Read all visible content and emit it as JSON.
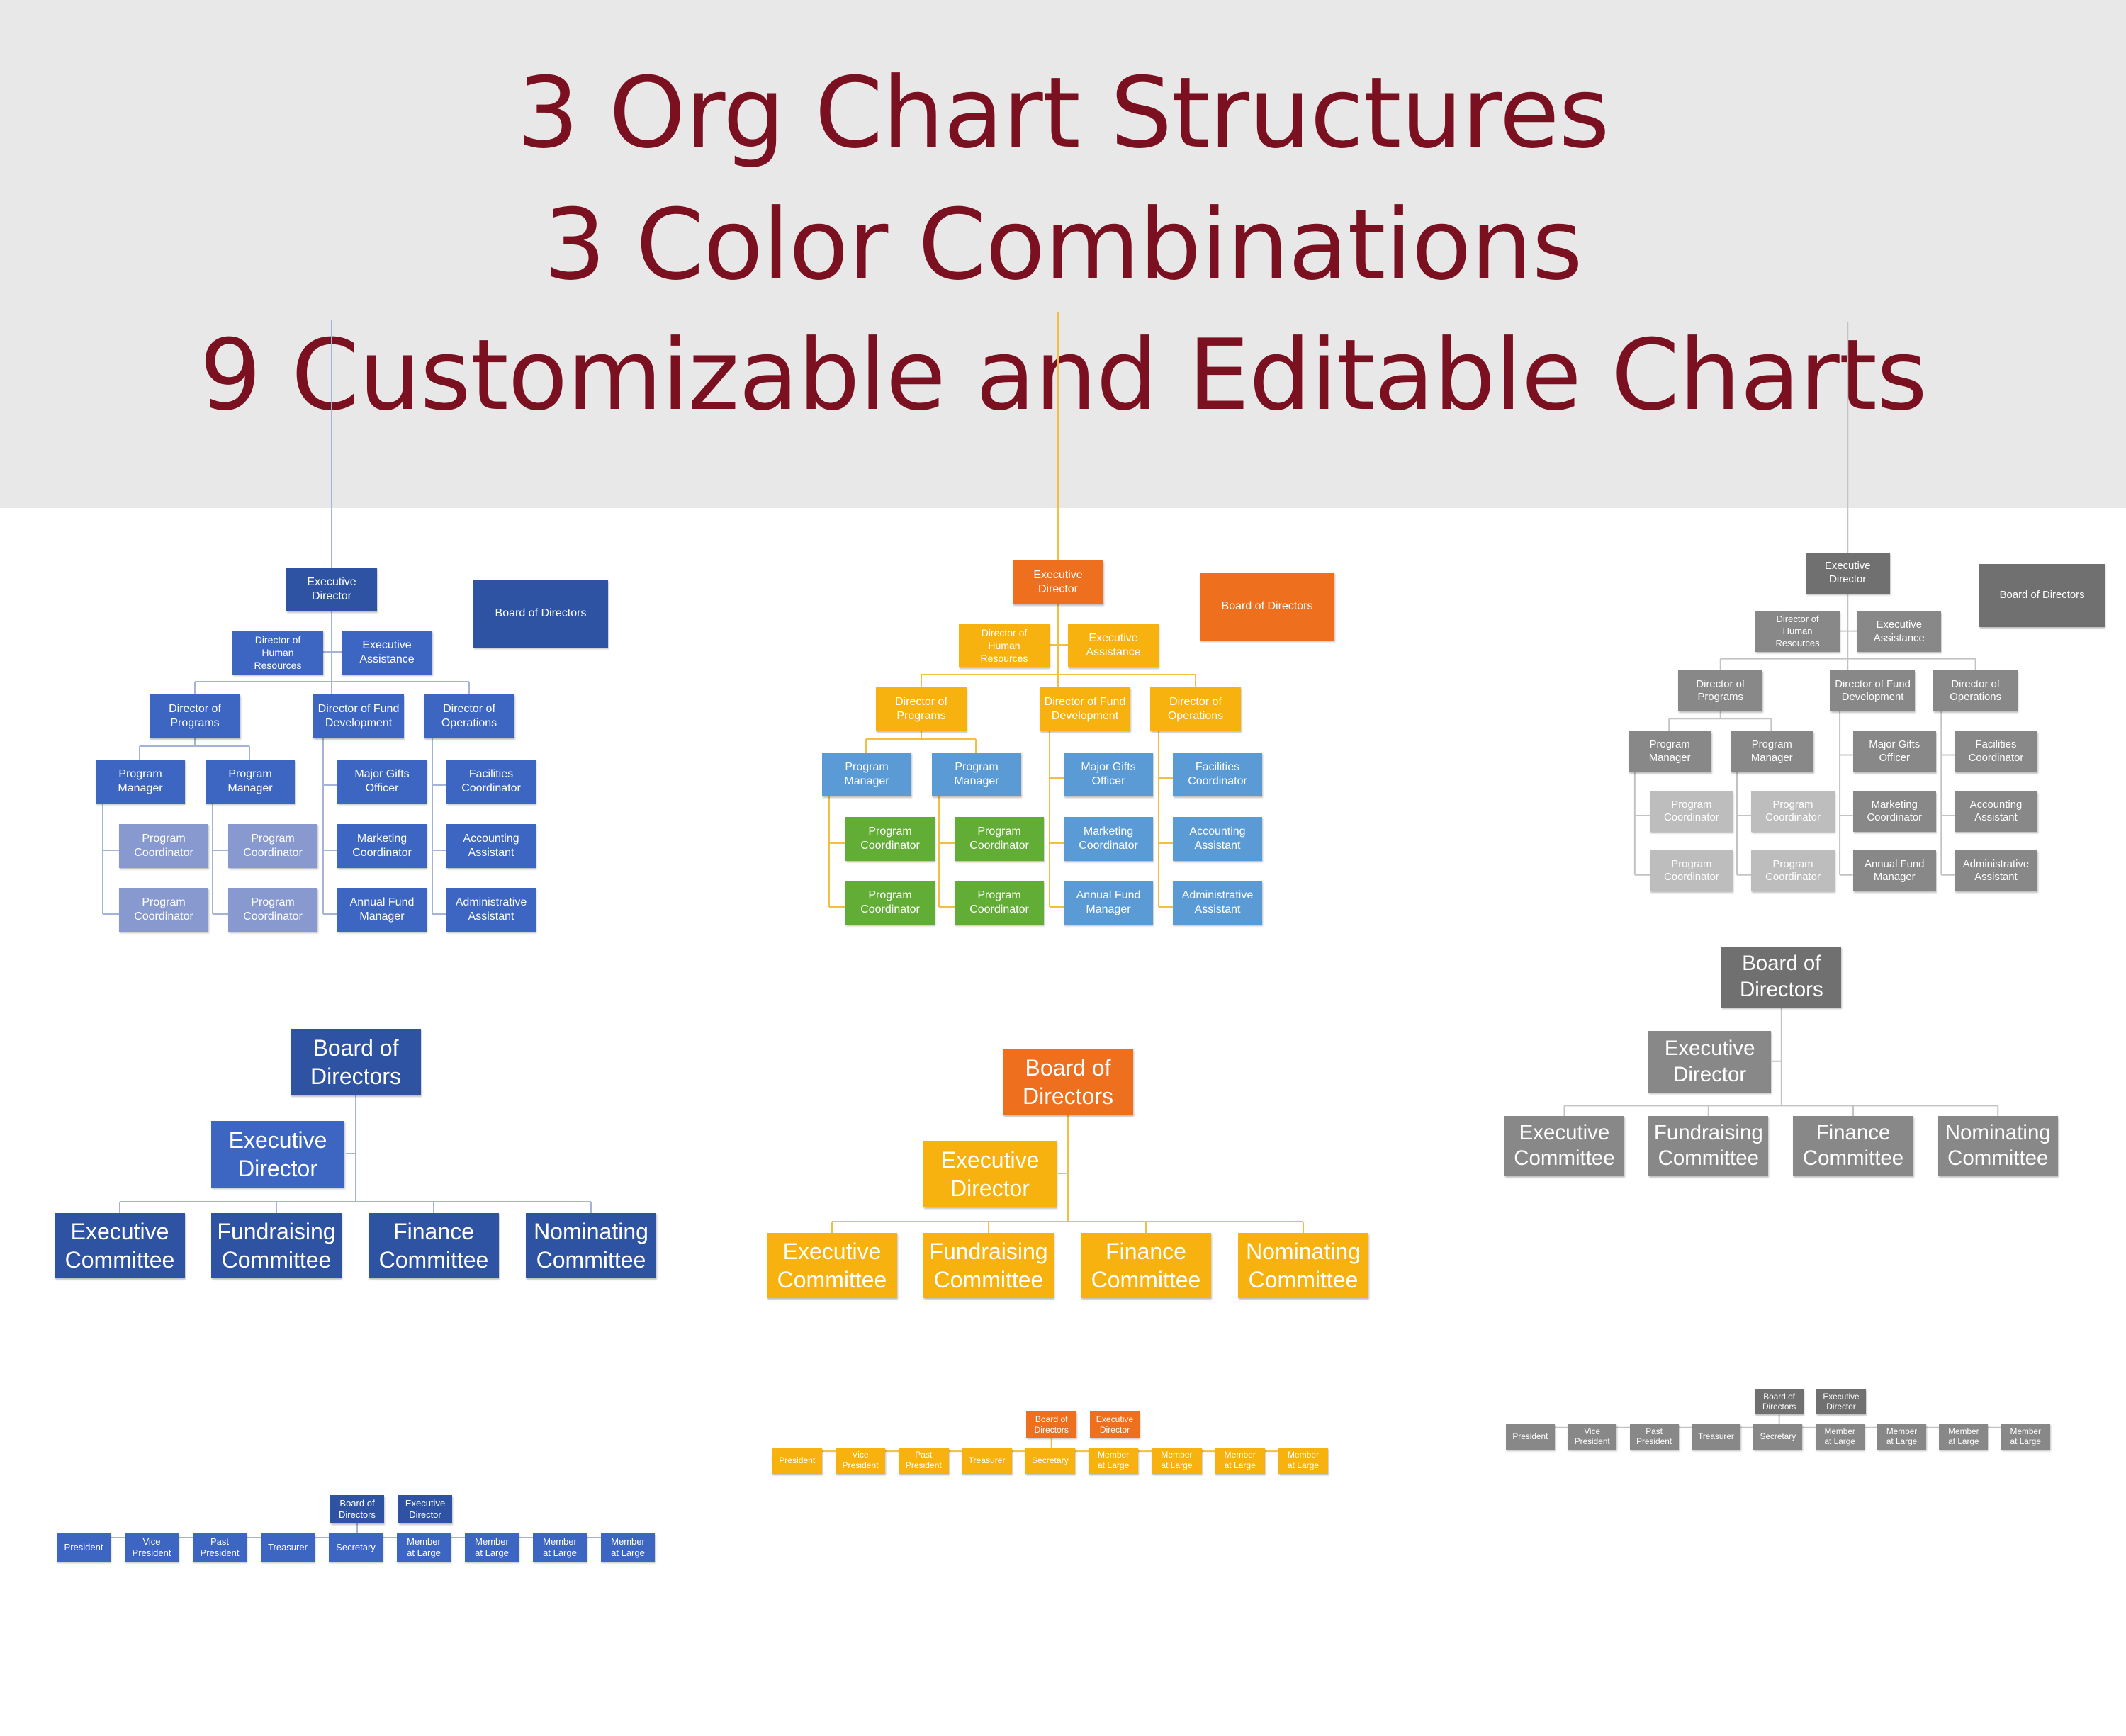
{
  "header": {
    "line1": "3 Org Chart Structures",
    "line2": "3 Color Combinations",
    "line3": "9 Customizable and Editable Charts",
    "background_color": "#e8e8e8",
    "text_color": "#7a1020"
  },
  "themes": {
    "blue": {
      "name": "blue",
      "lead": "#2f53a3",
      "mid": "#3d66c2",
      "light": "#8799cf",
      "line": "#a6b3d8"
    },
    "warm": {
      "name": "orange-yellow",
      "lead": "#ee6f1e",
      "mid": "#f7b20f",
      "accent": "#5b9bd5",
      "green": "#62ad36",
      "line": "#f2be44"
    },
    "gray": {
      "name": "gray",
      "lead": "#707070",
      "mid": "#888888",
      "light": "#bdbdbd",
      "line": "#c3c3c3"
    }
  },
  "charts": {
    "staff": {
      "executive_director": "Executive\nDirector",
      "board": "Board of Directors",
      "hr_director": "Director of\nHuman\nResources",
      "executive_assistance": "Executive\nAssistance",
      "programs_director": "Director of\nPrograms",
      "fund_director": "Director of Fund\nDevelopment",
      "operations_director": "Director of\nOperations",
      "program_manager_1": "Program\nManager",
      "program_manager_2": "Program\nManager",
      "major_gifts": "Major Gifts\nOfficer",
      "facilities": "Facilities\nCoordinator",
      "coordinator_1": "Program\nCoordinator",
      "coordinator_2": "Program\nCoordinator",
      "coordinator_3": "Program\nCoordinator",
      "coordinator_4": "Program\nCoordinator",
      "marketing": "Marketing\nCoordinator",
      "accounting": "Accounting\nAssistant",
      "annual_fund": "Annual Fund\nManager",
      "admin_assistant": "Administrative\nAssistant"
    },
    "committee": {
      "board": "Board of\nDirectors",
      "executive_director": "Executive\nDirector",
      "executive_committee": "Executive\nCommittee",
      "fundraising_committee": "Fundraising\nCommittee",
      "finance_committee": "Finance\nCommittee",
      "nominating_committee": "Nominating\nCommittee"
    },
    "officers": {
      "board": "Board of\nDirectors",
      "executive_director": "Executive\nDirector",
      "president": "President",
      "vice_president": "Vice\nPresident",
      "past_president": "Past\nPresident",
      "treasurer": "Treasurer",
      "secretary": "Secretary",
      "member_1": "Member\nat Large",
      "member_2": "Member\nat Large",
      "member_3": "Member\nat Large",
      "member_4": "Member\nat Large"
    }
  }
}
